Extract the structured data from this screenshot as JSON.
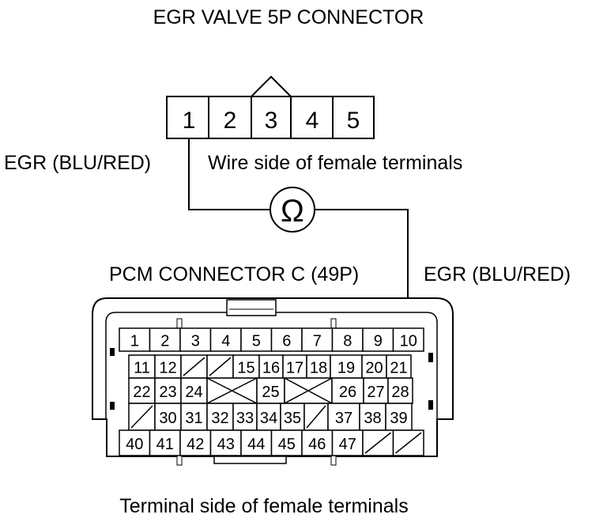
{
  "title": "EGR VALVE 5P CONNECTOR",
  "egr_connector": {
    "pins": [
      "1",
      "2",
      "3",
      "4",
      "5"
    ]
  },
  "label_left_wire": "EGR (BLU/RED)",
  "label_wire_side": "Wire side of female terminals",
  "meter_symbol": "Ω",
  "pcm_title": "PCM CONNECTOR C (49P)",
  "label_right_wire": "EGR (BLU/RED)",
  "pcm_rows": [
    [
      "1",
      "2",
      "3",
      "4",
      "5",
      "6",
      "7",
      "8",
      "9",
      "10"
    ],
    [
      "11",
      "12",
      "",
      "",
      "15",
      "16",
      "17",
      "18",
      "19",
      "20",
      "21"
    ],
    [
      "22",
      "23",
      "24",
      "",
      "25",
      "",
      "26",
      "27",
      "28"
    ],
    [
      "",
      "30",
      "31",
      "32",
      "33",
      "34",
      "35",
      "",
      "37",
      "38",
      "39"
    ],
    [
      "40",
      "41",
      "42",
      "43",
      "44",
      "45",
      "46",
      "47",
      "",
      ""
    ]
  ],
  "footer": "Terminal side of female terminals"
}
